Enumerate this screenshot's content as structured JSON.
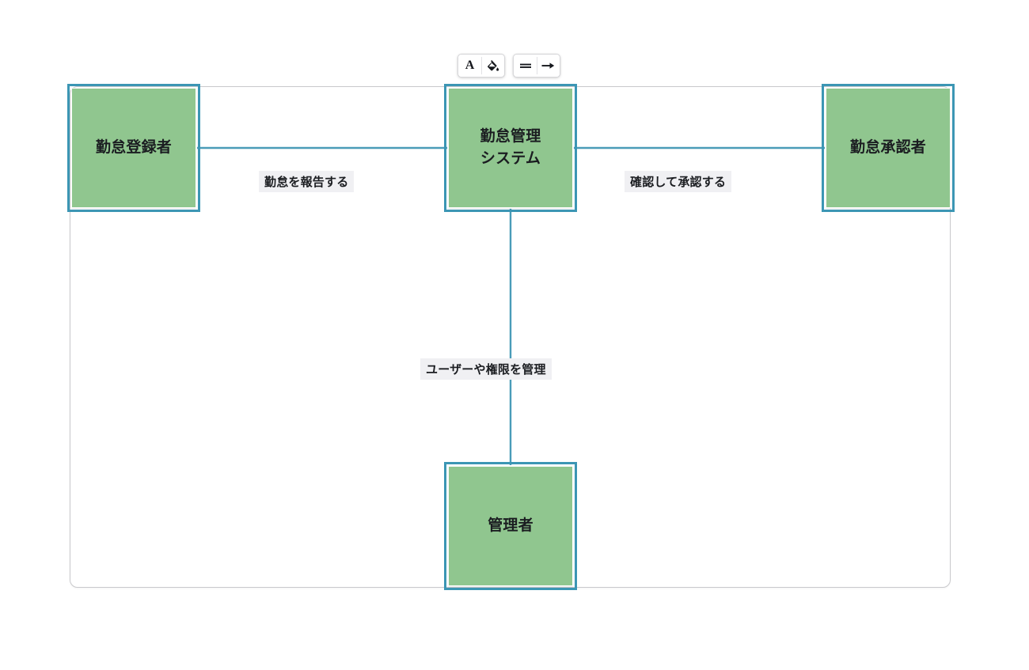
{
  "toolbar": {
    "groups": [
      {
        "name": "text-and-fill",
        "buttons": [
          {
            "icon": "text-color-icon",
            "label": "A",
            "title": "Text color"
          },
          {
            "icon": "paint-bucket-icon",
            "label": "",
            "title": "Fill color"
          }
        ]
      },
      {
        "name": "line-and-arrow",
        "buttons": [
          {
            "icon": "line-style-icon",
            "label": "",
            "title": "Line style"
          },
          {
            "icon": "arrow-icon",
            "label": "",
            "title": "Arrow style"
          }
        ]
      }
    ]
  },
  "diagram": {
    "nodes": [
      {
        "id": "registrant",
        "label": "勤怠登録者",
        "selected": true
      },
      {
        "id": "system",
        "label": "勤怠管理\nシステム",
        "selected": true
      },
      {
        "id": "approver",
        "label": "勤怠承認者",
        "selected": true
      },
      {
        "id": "admin",
        "label": "管理者",
        "selected": true
      }
    ],
    "edges": [
      {
        "id": "report",
        "from": "registrant",
        "to": "system",
        "label": "勤怠を報告する"
      },
      {
        "id": "approve",
        "from": "system",
        "to": "approver",
        "label": "確認して承認する"
      },
      {
        "id": "manage",
        "from": "system",
        "to": "admin",
        "label": "ユーザーや権限を管理"
      }
    ]
  },
  "colors": {
    "node_fill": "#90c68f",
    "selection": "#3c96b4",
    "edge_line": "#4a9cb8",
    "label_bg": "#f0f0f3",
    "canvas_border": "#c9c9cc",
    "text": "#1b1d21"
  }
}
